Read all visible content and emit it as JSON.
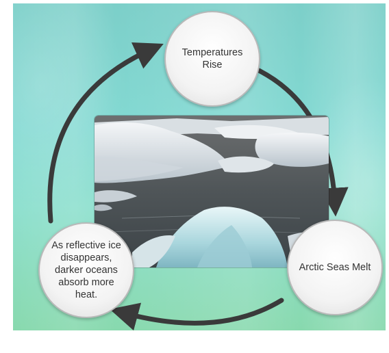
{
  "cycle": {
    "nodes": [
      {
        "label": "Temperatures\nRise"
      },
      {
        "label": "Arctic Seas Melt"
      },
      {
        "label": "As reflective ice\ndisappears,\ndarker oceans\nabsorb more\nheat."
      }
    ]
  },
  "colors": {
    "arrow": "#3a3a3a",
    "node_fill": "#f3f3f3",
    "node_border": "#b9b9b9",
    "background": "#82d9d2"
  },
  "photo": {
    "subject": "melting sea ice floating on dark water"
  }
}
